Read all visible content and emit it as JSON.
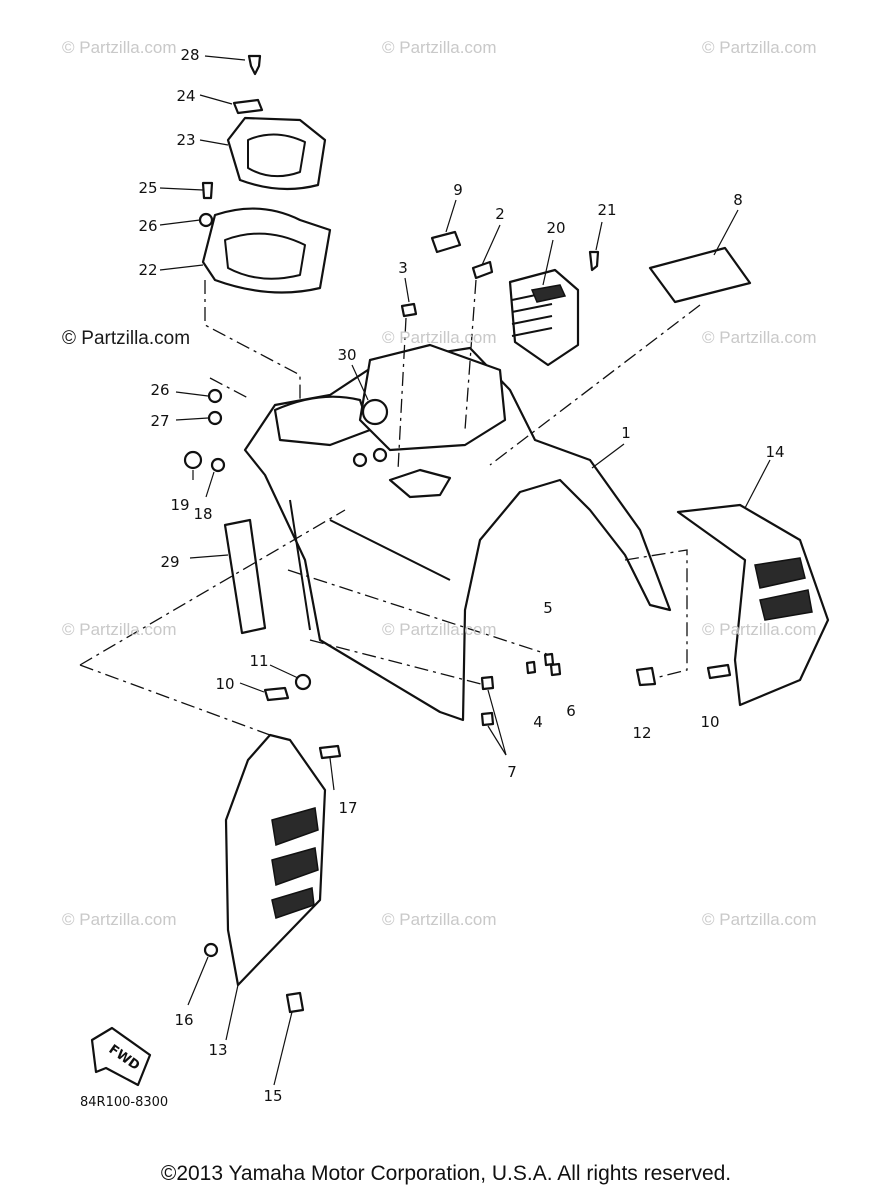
{
  "watermarks": [
    "© Partzilla.com",
    "© Partzilla.com",
    "© Partzilla.com",
    "© Partzilla.com",
    "© Partzilla.com",
    "© Partzilla.com",
    "© Partzilla.com",
    "© Partzilla.com",
    "© Partzilla.com",
    "© Partzilla.com",
    "© Partzilla.com",
    "© Partzilla.com"
  ],
  "callouts": [
    "28",
    "24",
    "23",
    "25",
    "26",
    "22",
    "9",
    "2",
    "20",
    "21",
    "8",
    "3",
    "30",
    "26",
    "27",
    "19",
    "18",
    "29",
    "1",
    "14",
    "5",
    "11",
    "10",
    "4",
    "6",
    "7",
    "12",
    "10",
    "17",
    "16",
    "13",
    "15"
  ],
  "fwd_label": "FWD",
  "drawing_code": "84R100-8300",
  "copyright": "©2013 Yamaha Motor Corporation, U.S.A. All rights reserved."
}
